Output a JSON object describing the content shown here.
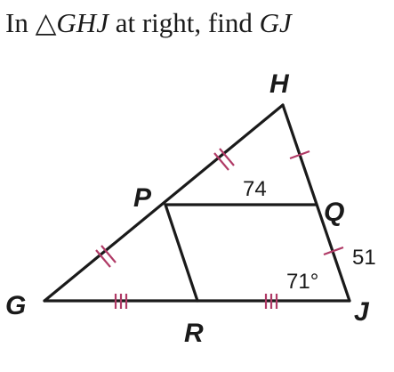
{
  "problem": {
    "prefix": "In ",
    "triangle_symbol": "△",
    "triangle_name": "GHJ",
    "middle": " at right, find ",
    "target": "GJ"
  },
  "diagram": {
    "vertices": {
      "G": "G",
      "H": "H",
      "J": "J",
      "P": "P",
      "Q": "Q",
      "R": "R"
    },
    "measures": {
      "pq": "74",
      "qj": "51",
      "angle_j": "71°"
    },
    "tick_color": "#b03a66"
  }
}
